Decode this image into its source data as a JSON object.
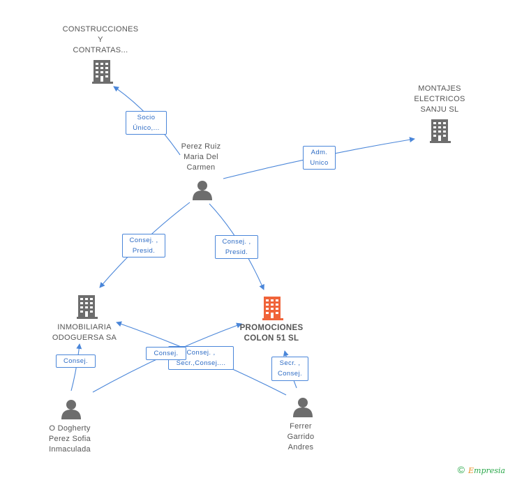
{
  "nodes": {
    "construcciones": {
      "lines": [
        "CONSTRUCCIONES",
        "Y",
        "CONTRATAS..."
      ]
    },
    "montajes": {
      "lines": [
        "MONTAJES",
        "ELECTRICOS",
        "SANJU SL"
      ]
    },
    "perez_ruiz": {
      "lines": [
        "Perez Ruiz",
        "Maria Del",
        "Carmen"
      ]
    },
    "inmobiliaria": {
      "lines": [
        "INMOBILIARIA",
        "ODOGUERSA SA"
      ]
    },
    "promociones": {
      "lines": [
        "PROMOCIONES",
        "COLON 51 SL"
      ]
    },
    "odogherty": {
      "lines": [
        "O Dogherty",
        "Perez Sofia",
        "Inmaculada"
      ]
    },
    "ferrer": {
      "lines": [
        "Ferrer",
        "Garrido",
        "Andres"
      ]
    }
  },
  "edges": {
    "socio_unico": {
      "lines": [
        "Socio",
        "Único,..."
      ]
    },
    "adm_unico": {
      "lines": [
        "Adm.",
        "Unico"
      ]
    },
    "consej_presid_left": {
      "lines": [
        "Consej. ,",
        "Presid."
      ]
    },
    "consej_presid_right": {
      "lines": [
        "Consej. ,",
        "Presid."
      ]
    },
    "consej_odogherty_inmob": {
      "lines": [
        "Consej."
      ]
    },
    "consej_odogherty_prom": {
      "lines": [
        "Consej."
      ]
    },
    "consej_secr_ferrer_inmob": {
      "lines": [
        "Consej. ,",
        "Secr.,Consej...."
      ]
    },
    "secr_consej_ferrer_prom": {
      "lines": [
        "Secr. ,",
        "Consej."
      ]
    }
  },
  "footer": {
    "copyright": "©",
    "brand_first": "E",
    "brand_rest": "mpresia"
  },
  "colors": {
    "edge": "#4a86d9",
    "company": "#6d6d6d",
    "focus_company": "#f0643a",
    "person": "#6d6d6d"
  }
}
